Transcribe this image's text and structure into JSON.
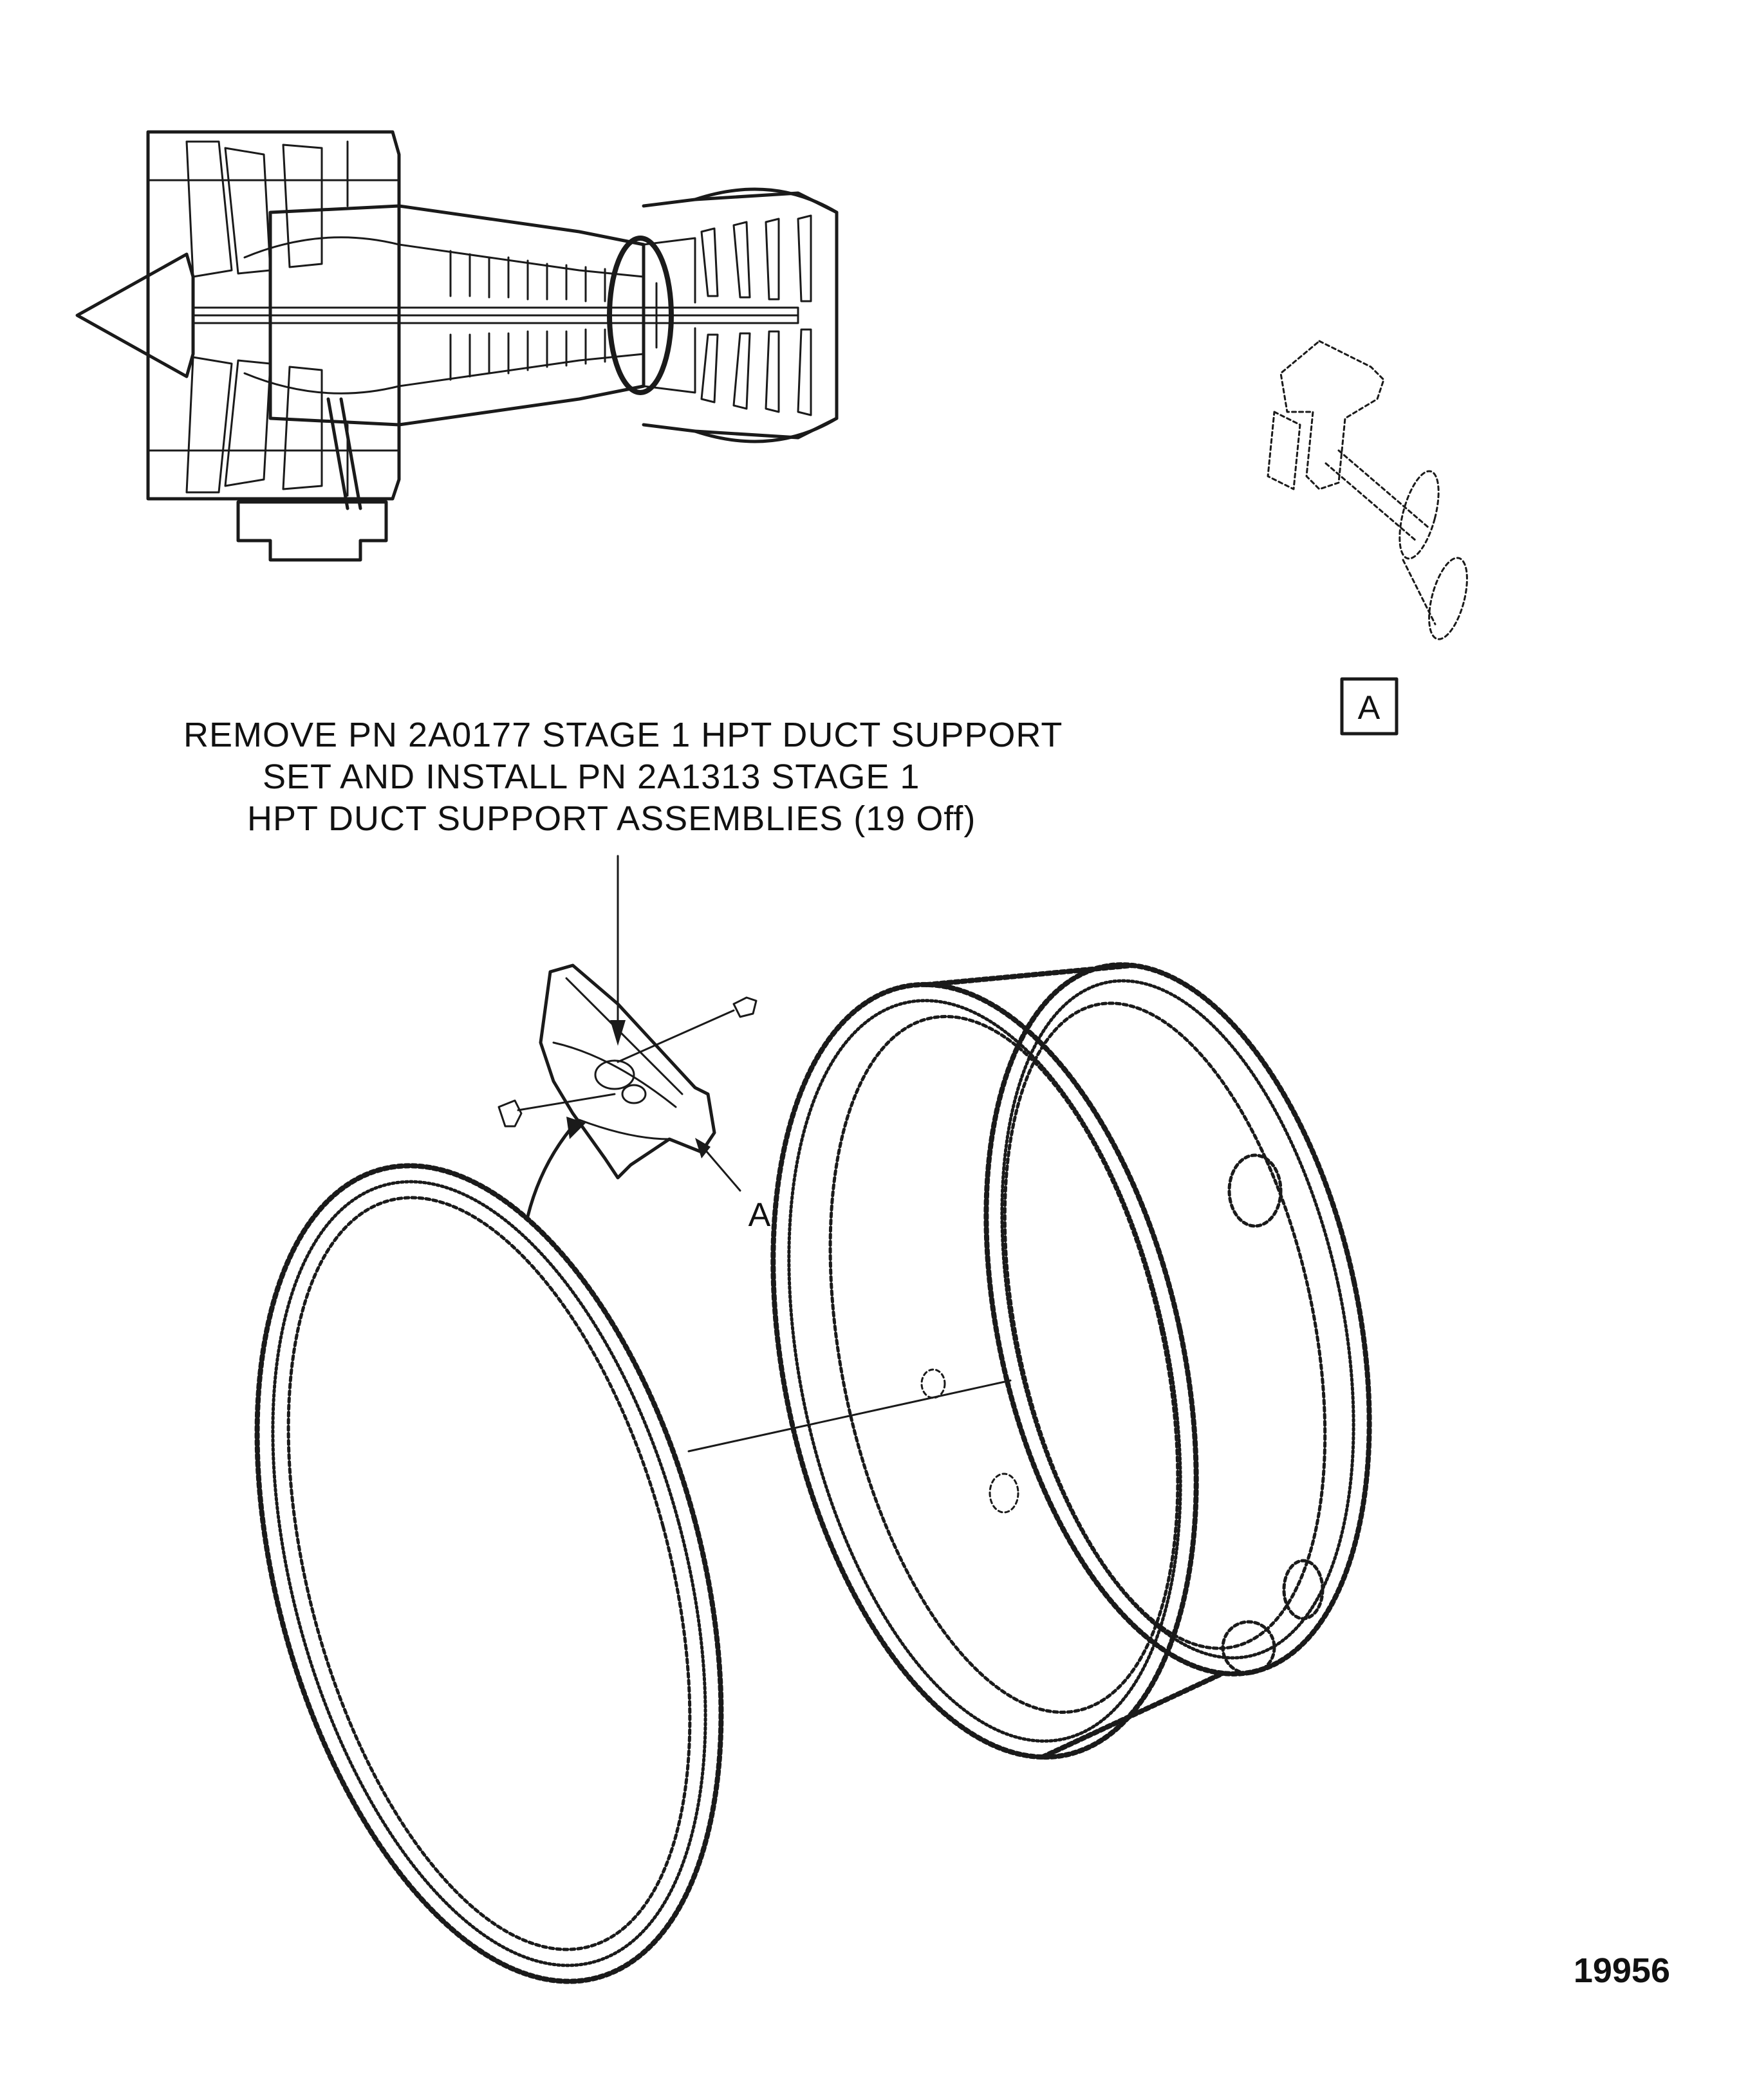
{
  "callout": {
    "line1": "REMOVE PN 2A0177 STAGE 1 HPT DUCT SUPPORT",
    "line2": "SET AND INSTALL PN 2A1313 STAGE 1",
    "line3": "HPT DUCT SUPPORT ASSEMBLIES (19 Off)"
  },
  "view_box_label": "A",
  "view_arrow_label": "A",
  "figure_number": "19956"
}
